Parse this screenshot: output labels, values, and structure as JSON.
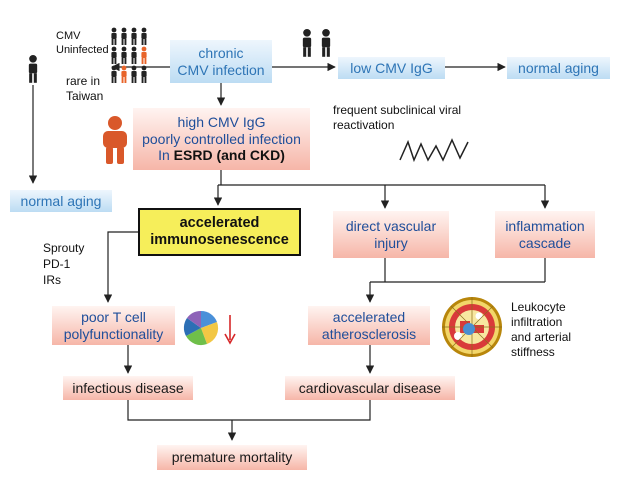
{
  "nodes": {
    "chronic_cmv": {
      "line1": "chronic",
      "line2": "CMV infection"
    },
    "low_cmv_igg": "low CMV IgG",
    "normal_aging_right": "normal aging",
    "normal_aging_left": "normal aging",
    "high_cmv": {
      "line1": "high CMV IgG",
      "line2": "poorly controlled infection",
      "line3_prefix": "In ",
      "line3_bold": "ESRD (and CKD)"
    },
    "accelerated_immunosenescence": {
      "line1": "accelerated",
      "line2": "immunosenescence"
    },
    "direct_vascular_injury": {
      "line1": "direct vascular",
      "line2": "injury"
    },
    "inflammation_cascade": {
      "line1": "inflammation",
      "line2": "cascade"
    },
    "poor_t_cell": {
      "line1": "poor T cell",
      "line2": "polyfunctionality"
    },
    "accelerated_atherosclerosis": {
      "line1": "accelerated",
      "line2": "atherosclerosis"
    },
    "infectious_disease": "infectious disease",
    "cardiovascular_disease": "cardiovascular disease",
    "premature_mortality": "premature mortality"
  },
  "labels": {
    "cmv_uninfected": {
      "line1": "CMV",
      "line2": "Uninfected"
    },
    "rare_in_taiwan": {
      "line1": "rare in",
      "line2": "Taiwan"
    },
    "subclinical": {
      "line1": "frequent subclinical viral",
      "line2": "reactivation"
    },
    "markers": {
      "line1": "Sprouty",
      "line2": "PD-1",
      "line3": "IRs"
    },
    "leukocyte": {
      "line1": "Leukocyte",
      "line2": "infiltration",
      "line3": "and arterial",
      "line4": "stiffness"
    }
  },
  "colors": {
    "blue_box": "#bcdcf3",
    "pink_box": "#f6b6a8",
    "yellow_box": "#f6ee5a",
    "person_dark": "#222222",
    "person_orange": "#e8642a",
    "down_arrow": "#d62728"
  },
  "icons": {
    "people_grid": "people-group-icon",
    "person_pair": "person-pair-icon",
    "person_single": "person-icon",
    "patient": "patient-person-icon",
    "viral_wave": "zigzag-wave-icon",
    "pie": "pie-chart-icon",
    "down_arrow": "down-arrow-icon",
    "artery": "artery-cross-section-icon"
  }
}
